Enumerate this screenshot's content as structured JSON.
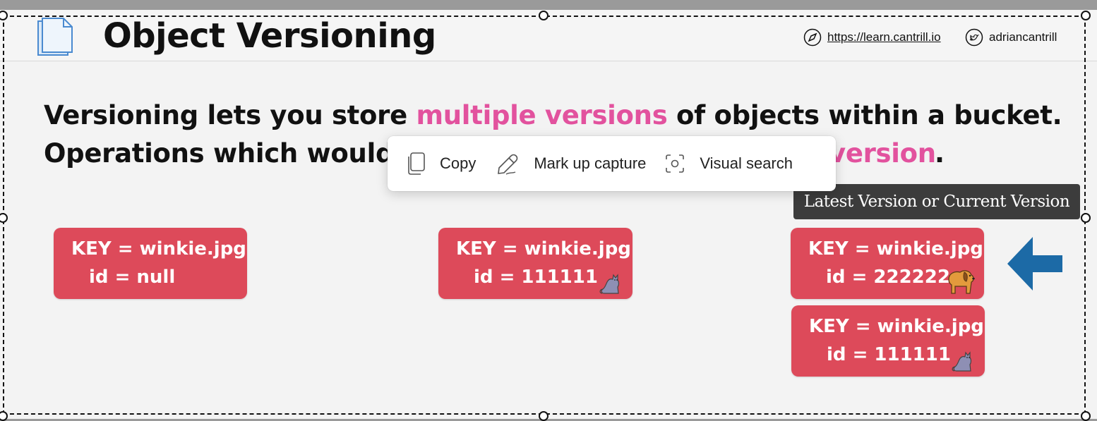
{
  "slide": {
    "title": "Object Versioning",
    "header_link_url": "https://learn.cantrill.io",
    "header_link_twitter": "adriancantrill",
    "line1": {
      "before": "Versioning lets you store ",
      "highlight": "multiple versions",
      "after": " of objects within a bucket."
    },
    "line2": {
      "before": "Operations which would",
      "highlight": "version",
      "after": "."
    },
    "objects": [
      {
        "key": "KEY = winkie.jpg",
        "id": "id = null",
        "pet": ""
      },
      {
        "key": "KEY = winkie.jpg",
        "id": "id = 111111",
        "pet": "cat-icon"
      },
      {
        "key": "KEY = winkie.jpg",
        "id": "id = 222222",
        "pet": "dog-icon"
      },
      {
        "key": "KEY = winkie.jpg",
        "id": "id = 111111",
        "pet": "cat-icon"
      }
    ],
    "tooltip": "Latest Version or Current Version",
    "colors": {
      "accent_pink": "#e2529e",
      "object_red": "#dd4a5a",
      "arrow_blue": "#1c6aa6"
    }
  },
  "context_menu": {
    "copy_label": "Copy",
    "markup_label": "Mark up capture",
    "visual_search_label": "Visual search"
  },
  "icons": [
    "document-icon",
    "compass-icon",
    "twitter-icon",
    "copy-icon",
    "pen-icon",
    "visual-search-icon",
    "arrow-left-icon",
    "cat-icon",
    "dog-icon"
  ]
}
